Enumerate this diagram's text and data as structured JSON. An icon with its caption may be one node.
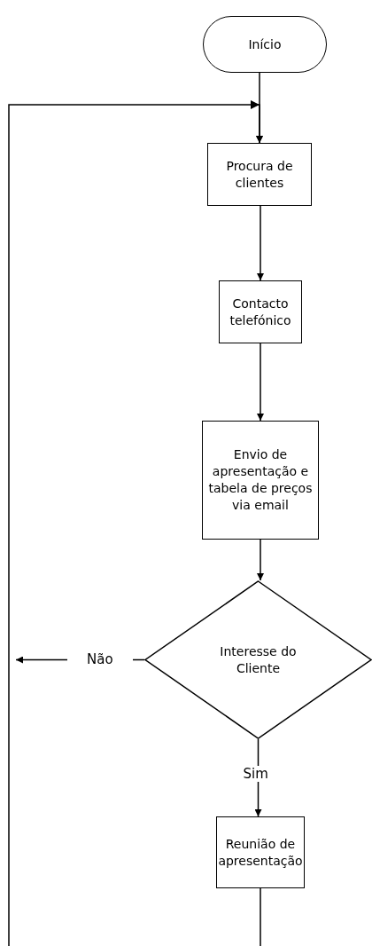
{
  "diagram": {
    "nodes": [
      {
        "text": [
          "Início"
        ]
      },
      {
        "text": [
          "Procura de clientes"
        ]
      },
      {
        "text": [
          "Contacto telefónico"
        ]
      },
      {
        "text": [
          "Envio de apresentação e tabela de preços via email"
        ]
      },
      {
        "text": [
          "Interesse do Cliente"
        ]
      },
      {
        "text": [
          "Reunião de apresentação"
        ]
      }
    ],
    "edges": [
      {
        "from": 0,
        "to": 1,
        "arrow": "to"
      },
      {
        "from": 1,
        "to": 2,
        "arrow": "to"
      },
      {
        "from": 2,
        "to": 3,
        "arrow": "to"
      },
      {
        "from": 3,
        "to": 4,
        "arrow": "to"
      },
      {
        "from": 4,
        "to": 5,
        "arrow": "to",
        "label": "Sim"
      },
      {
        "from": 4,
        "to": null,
        "arrow": "to",
        "label": "Não"
      },
      {
        "from": null,
        "to": 1,
        "arrow": "to"
      },
      {
        "from": 5,
        "to": null,
        "arrow": "none"
      }
    ]
  }
}
